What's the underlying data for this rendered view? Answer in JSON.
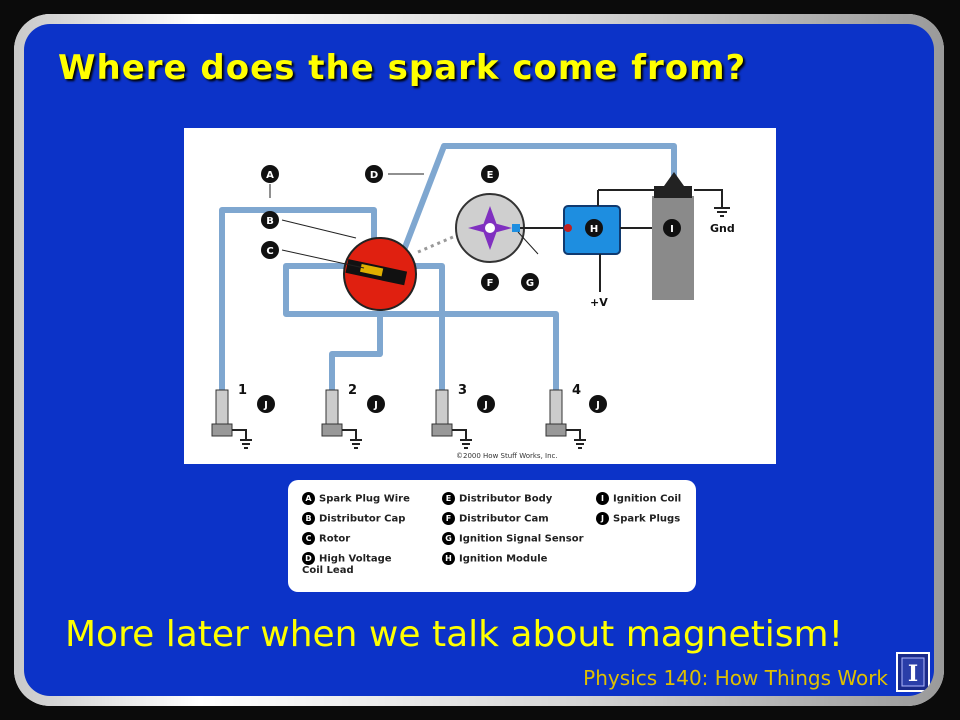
{
  "title": "Where does the spark come from?",
  "footer": "More later when we talk about magnetism!",
  "course": "Physics 140: How Things Work",
  "logo_letter": "I",
  "diagram": {
    "callouts": [
      "A",
      "B",
      "C",
      "D",
      "E",
      "F",
      "G",
      "H",
      "I"
    ],
    "plugs": [
      "1",
      "2",
      "3",
      "4"
    ],
    "plug_badge": "J",
    "voltage_label": "+V",
    "ground_label": "Gnd",
    "copyright": "©2000 How Stuff Works, Inc."
  },
  "legend": [
    {
      "letter": "A",
      "text": "Spark Plug Wire"
    },
    {
      "letter": "B",
      "text": "Distributor Cap"
    },
    {
      "letter": "C",
      "text": "Rotor"
    },
    {
      "letter": "D",
      "text": "High Voltage\nCoil Lead"
    },
    {
      "letter": "E",
      "text": "Distributor Body"
    },
    {
      "letter": "F",
      "text": "Distributor Cam"
    },
    {
      "letter": "G",
      "text": "Ignition Signal Sensor"
    },
    {
      "letter": "H",
      "text": "Ignition Module"
    },
    {
      "letter": "I",
      "text": "Ignition Coil"
    },
    {
      "letter": "J",
      "text": "Spark Plugs"
    }
  ],
  "colors": {
    "background": "#0c33c8",
    "title": "#ffff00",
    "wire": "#7fa7d0",
    "rotor": "#e02010",
    "module": "#1e8ee0",
    "coil": "#8a8a8a"
  }
}
